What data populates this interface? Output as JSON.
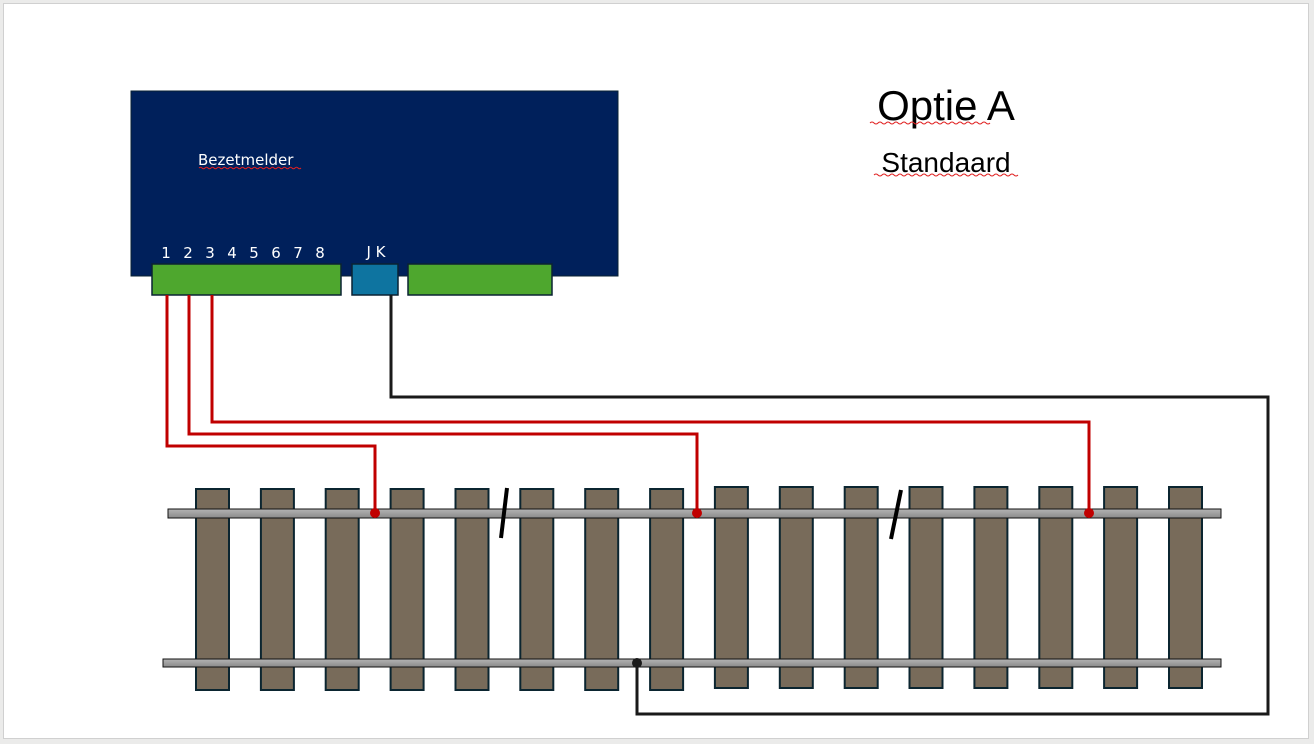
{
  "slide": {
    "title": "Optie A",
    "subtitle": "Standaard"
  },
  "device": {
    "label": "Bezetmelder",
    "body_color": "#00205b",
    "pin_labels": [
      "1",
      "2",
      "3",
      "4",
      "5",
      "6",
      "7",
      "8"
    ],
    "jk_label": "J K",
    "connector_color": "#4ea72e",
    "jk_connector_color": "#0e74a0"
  },
  "wiring": {
    "feedback_wire_color": "#c00000",
    "common_wire_color": "#1a1a1a",
    "feedback_connections": [
      {
        "pin": "1",
        "section": 1
      },
      {
        "pin": "2",
        "section": 2
      },
      {
        "pin": "3",
        "section": 3
      }
    ],
    "common_connection": {
      "pin": "J K",
      "rail": "bottom"
    }
  },
  "track": {
    "sleeper_count": 16,
    "sleeper_color": "#786b5a",
    "rail_color": "#9a9a9a",
    "isolation_gaps": 2,
    "sections": 3
  }
}
